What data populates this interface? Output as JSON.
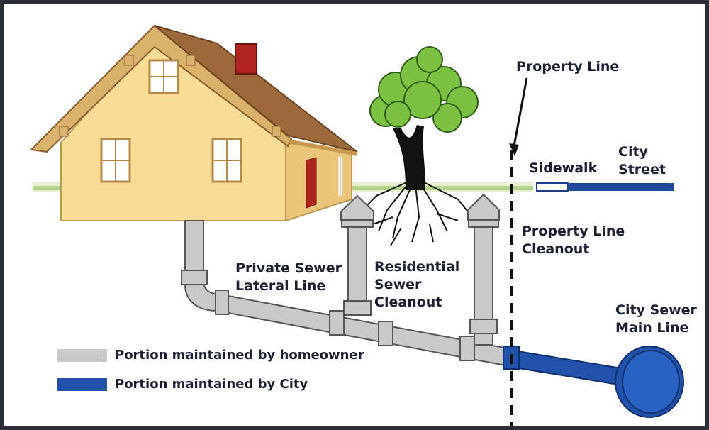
{
  "labels": {
    "property_line": "Property Line",
    "sidewalk": "Sidewalk",
    "city_street_line1": "City",
    "city_street_line2": "Street",
    "property_line_cleanout_line1": "Property Line",
    "property_line_cleanout_line2": "Cleanout",
    "private_sewer_line1": "Private Sewer",
    "private_sewer_line2": "Lateral Line",
    "residential_cleanout_line1": "Residential",
    "residential_cleanout_line2": "Sewer",
    "residential_cleanout_line3": "Cleanout",
    "city_main_line1": "City Sewer",
    "city_main_line2": "Main Line"
  },
  "legend": {
    "homeowner": "Portion maintained by homeowner",
    "city": "Portion maintained by City"
  },
  "colors": {
    "homeowner_pipe": "#c9c9c9",
    "city_pipe": "#1f52a8",
    "house_wall": "#f8dc95",
    "roof": "#9c6a3a",
    "tree_foliage": "#7cc242",
    "ground": "#cfe3a8"
  }
}
